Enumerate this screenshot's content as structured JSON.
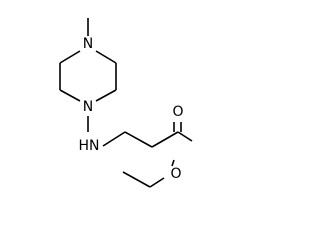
{
  "structure": {
    "atoms": {
      "n_top": "N",
      "n_bottom": "N",
      "nh": "HN",
      "o_carbonyl": "O",
      "o_ester": "O"
    }
  }
}
